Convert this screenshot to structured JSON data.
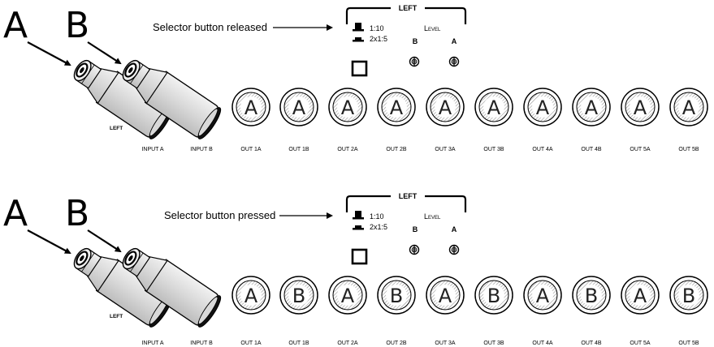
{
  "diagrams": [
    {
      "plug_labels": [
        "A",
        "B"
      ],
      "callout": "Selector button released",
      "panel": {
        "title": "LEFT",
        "option_1": "1:10",
        "option_2": "2x1:5",
        "level_label": "Level",
        "pot_b": "B",
        "pot_a": "A"
      },
      "left_label": "LEFT",
      "jacks": [
        "A",
        "A",
        "A",
        "A",
        "A",
        "A",
        "A",
        "A",
        "A",
        "A"
      ],
      "labels": [
        "INPUT A",
        "INPUT B",
        "OUT 1A",
        "OUT 1B",
        "OUT 2A",
        "OUT 2B",
        "OUT 3A",
        "OUT 3B",
        "OUT 4A",
        "OUT 4B",
        "OUT 5A",
        "OUT 5B"
      ]
    },
    {
      "plug_labels": [
        "A",
        "B"
      ],
      "callout": "Selector button pressed",
      "panel": {
        "title": "LEFT",
        "option_1": "1:10",
        "option_2": "2x1:5",
        "level_label": "Level",
        "pot_b": "B",
        "pot_a": "A"
      },
      "left_label": "LEFT",
      "jacks": [
        "A",
        "B",
        "A",
        "B",
        "A",
        "B",
        "A",
        "B",
        "A",
        "B"
      ],
      "labels": [
        "INPUT A",
        "INPUT B",
        "OUT 1A",
        "OUT 1B",
        "OUT 2A",
        "OUT 2B",
        "OUT 3A",
        "OUT 3B",
        "OUT 4A",
        "OUT 4B",
        "OUT 5A",
        "OUT 5B"
      ]
    }
  ]
}
